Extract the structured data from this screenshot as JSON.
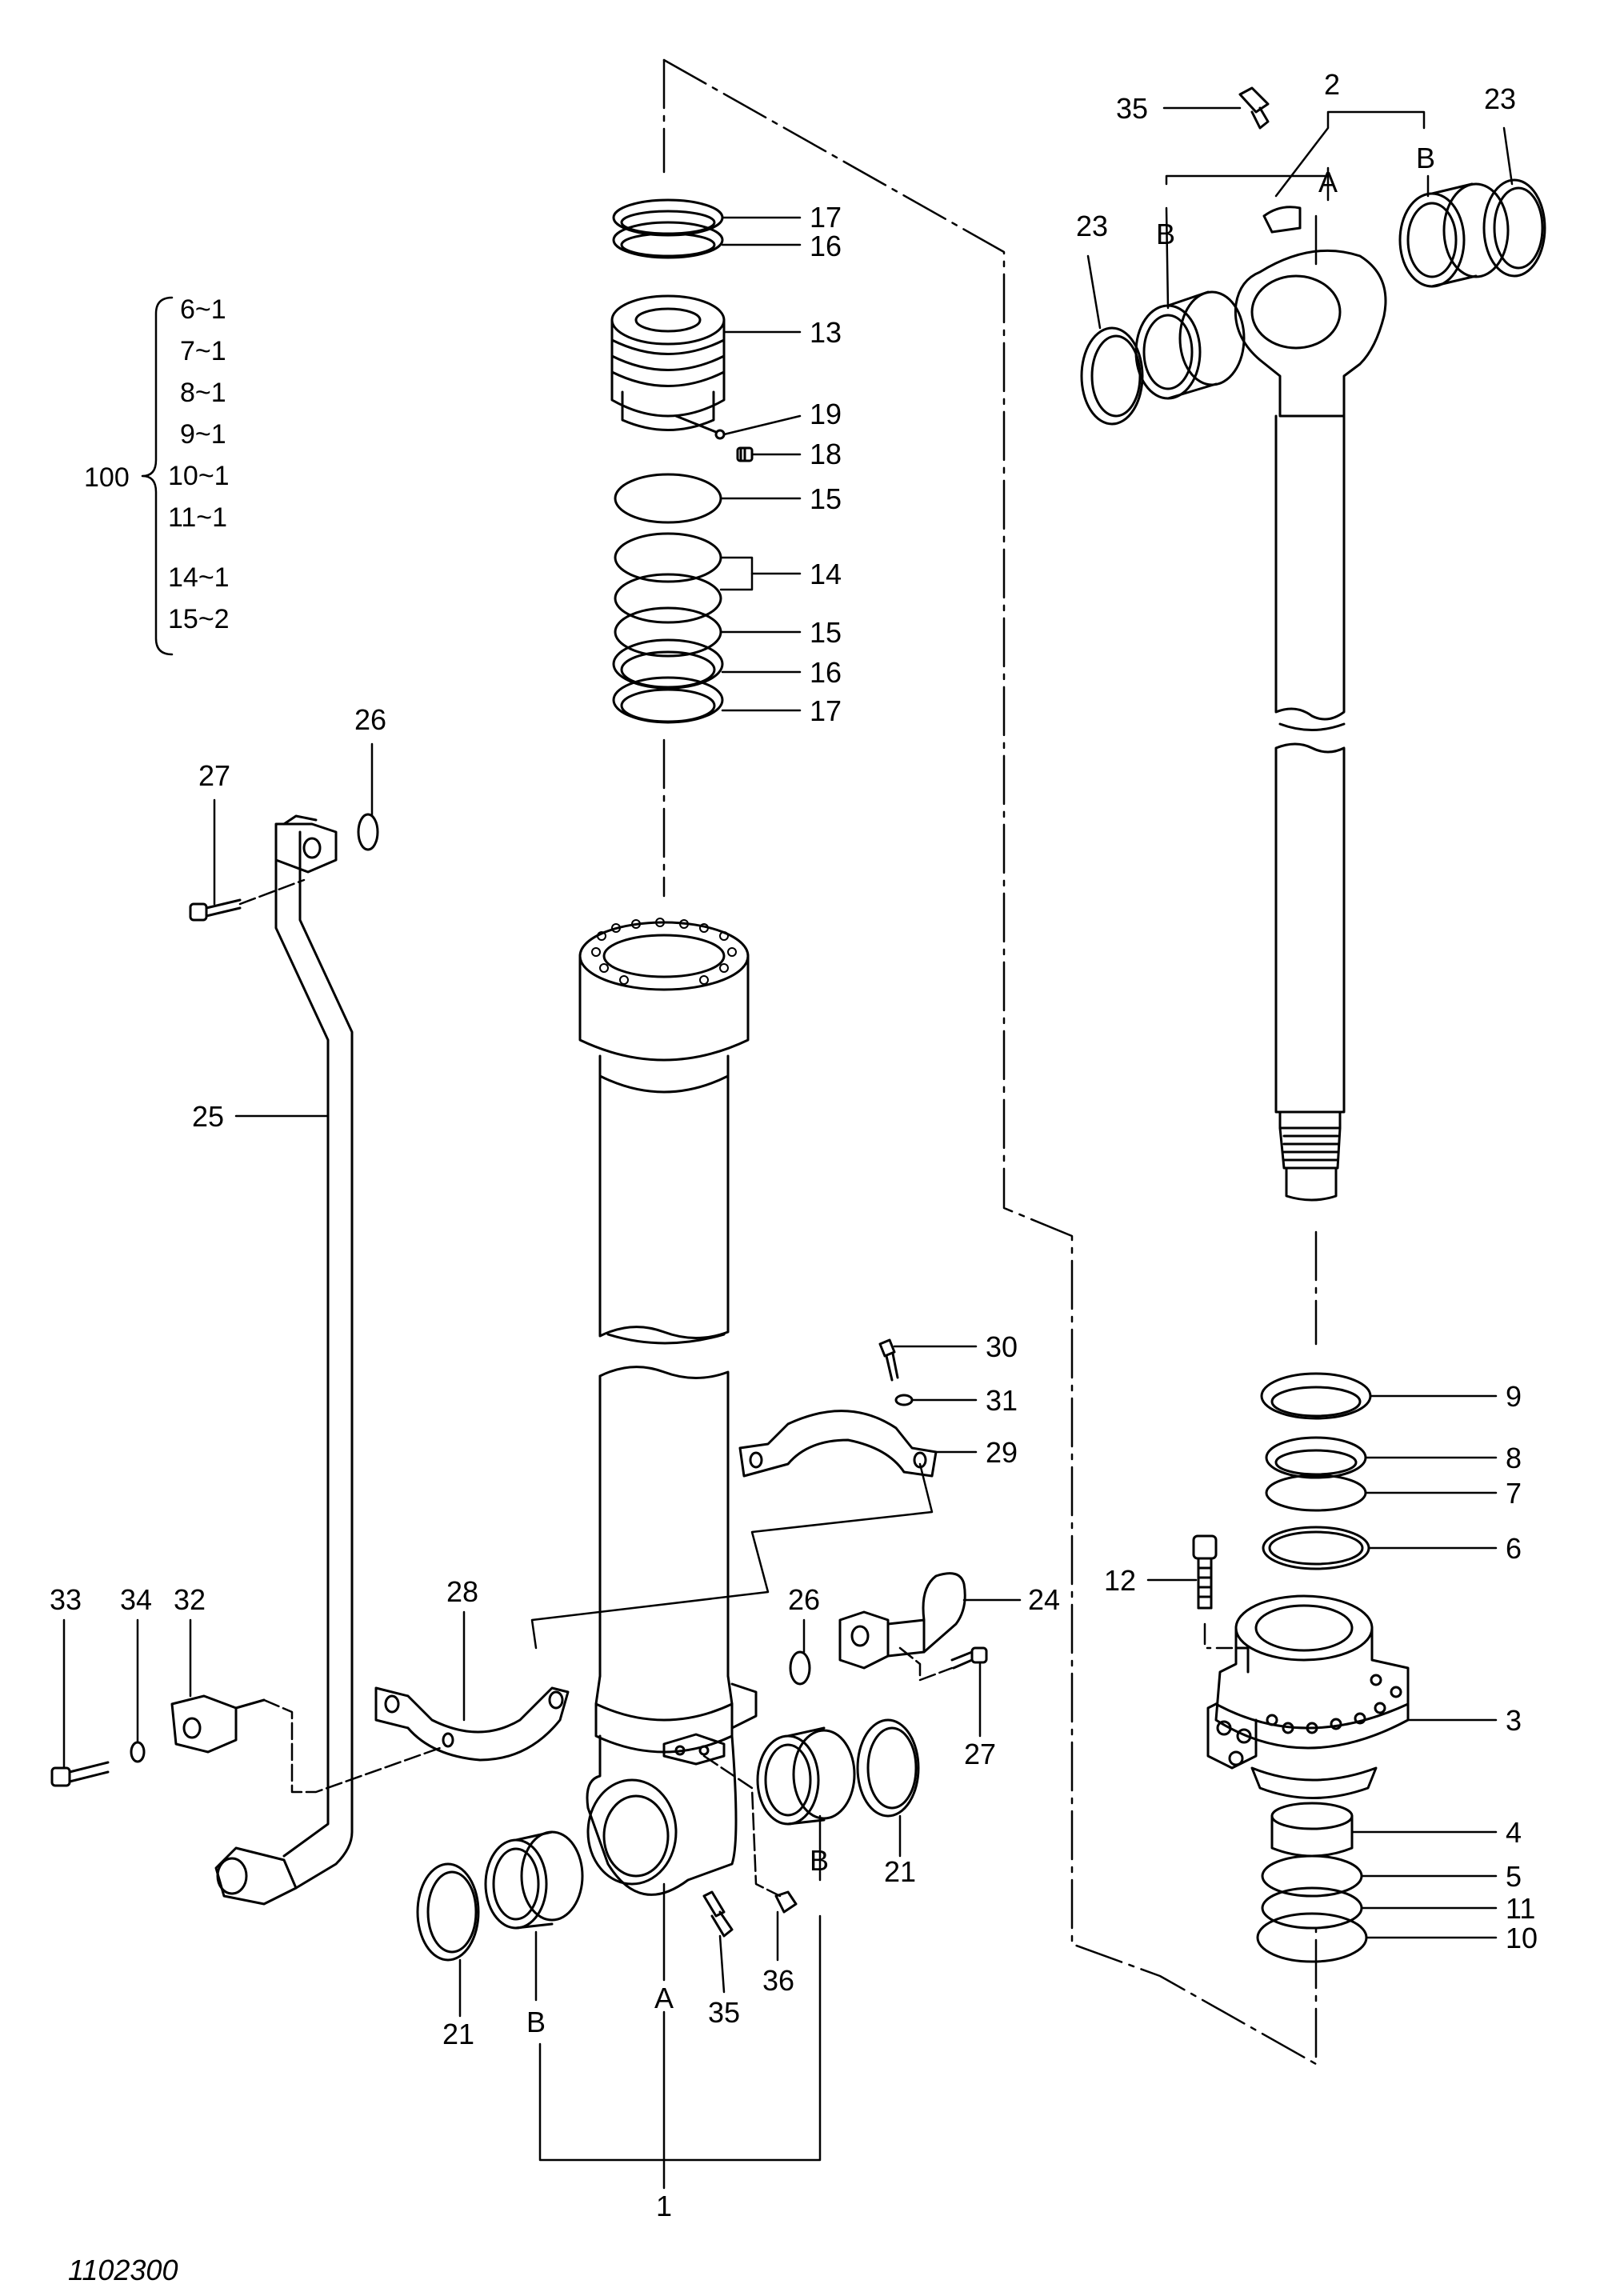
{
  "drawing_number": "1102300",
  "kit": {
    "label": "100",
    "items": [
      "6~1",
      "7~1",
      "8~1",
      "9~1",
      "10~1",
      "11~1",
      "14~1",
      "15~2"
    ]
  },
  "callouts": {
    "c17a": "17",
    "c16a": "16",
    "c13": "13",
    "c19": "19",
    "c18": "18",
    "c15a": "15",
    "c14": "14",
    "c15b": "15",
    "c16b": "16",
    "c17b": "17",
    "c35top": "35",
    "c2": "2",
    "c23l": "23",
    "c23r": "23",
    "cAtop": "A",
    "cBtopL": "B",
    "cBtopR": "B",
    "c26top": "26",
    "c27top": "27",
    "c25": "25",
    "c30": "30",
    "c31": "31",
    "c29": "29",
    "c9": "9",
    "c8": "8",
    "c7": "7",
    "c6": "6",
    "c12": "12",
    "c3": "3",
    "c4": "4",
    "c5": "5",
    "c11": "11",
    "c10": "10",
    "c33": "33",
    "c34": "34",
    "c32": "32",
    "c28": "28",
    "c26mid": "26",
    "c24": "24",
    "c27mid": "27",
    "c21l": "21",
    "c21r": "21",
    "cBbotL": "B",
    "cBbotR": "B",
    "cAbot": "A",
    "c36": "36",
    "c35bot": "35",
    "c1": "1"
  }
}
